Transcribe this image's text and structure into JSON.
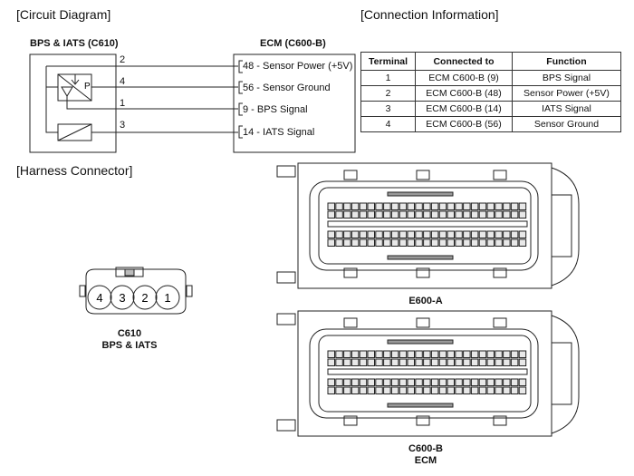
{
  "sections": {
    "circuit": "[Circuit Diagram]",
    "connection": "[Connection Information]",
    "harness": "[Harness Connector]"
  },
  "circuit": {
    "sensor_title": "BPS & IATS (C610)",
    "ecm_title": "ECM (C600-B)",
    "sensor_pins": [
      "2",
      "4",
      "1",
      "3"
    ],
    "sensor_p_symbol": "P",
    "ecm_pins": [
      "48 - Sensor Power (+5V)",
      "56 - Sensor Ground",
      "9 - BPS Signal",
      "14 - IATS Signal"
    ]
  },
  "table": {
    "headers": [
      "Terminal",
      "Connected to",
      "Function"
    ],
    "rows": [
      [
        "1",
        "ECM C600-B (9)",
        "BPS Signal"
      ],
      [
        "2",
        "ECM C600-B (48)",
        "Sensor Power (+5V)"
      ],
      [
        "3",
        "ECM C600-B (14)",
        "IATS Signal"
      ],
      [
        "4",
        "ECM C600-B (56)",
        "Sensor Ground"
      ]
    ]
  },
  "connectors": {
    "c610": {
      "pins": [
        "4",
        "3",
        "2",
        "1"
      ],
      "name": "C610",
      "desc": "BPS & IATS"
    },
    "e600a": {
      "name": "E600-A"
    },
    "c600b": {
      "name": "C600-B",
      "desc": "ECM"
    }
  },
  "colors": {
    "line": "#222222",
    "pin_fill": "#e8e8e8"
  }
}
